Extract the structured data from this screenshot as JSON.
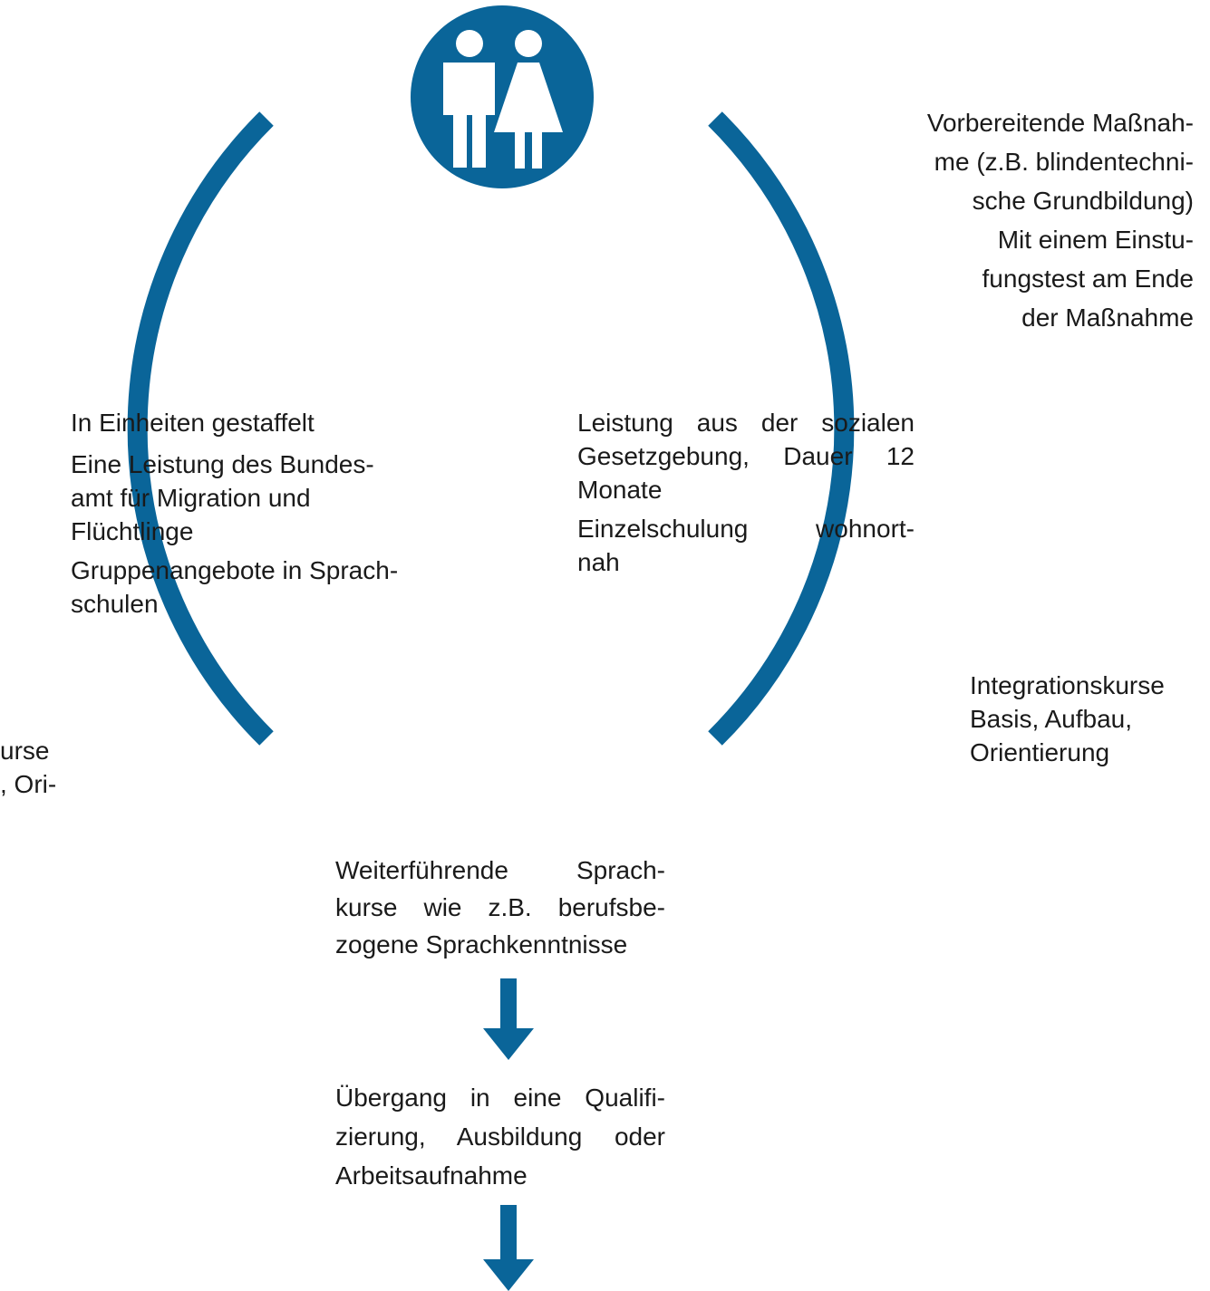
{
  "colors": {
    "accent": "#0a6599",
    "text": "#1a1a1a",
    "background": "#ffffff"
  },
  "icons": {
    "top": "people-icon"
  },
  "top_right_note": {
    "line1": "Vorbereitende Maßnah-",
    "line2": "me (z.B. blindentechni-",
    "line3": "sche Grundbildung)",
    "line4": "Mit einem Einstu-",
    "line5": "fungstest am Ende",
    "line6": "der Maßnahme"
  },
  "left_box": {
    "p1": "In Einheiten gestaffelt",
    "p2_line1": "Eine Leistung des Bundes-",
    "p2_line2": "amt für Migration und",
    "p2_line3": "Flüchtlinge",
    "p3_line1": "Gruppenangebote in Sprach-",
    "p3_line2": "schulen"
  },
  "center_box": {
    "p1_line1": "Leistung aus der sozialen",
    "p1_line2": "Gesetzgebung, Dauer 12",
    "p1_line3": "Monate",
    "p2_line1": "Einzelschulung wohnort-",
    "p2_line2": "nah"
  },
  "right_mid_note": {
    "line1": "Integrationskurse",
    "line2": "Basis, Aufbau,",
    "line3": "Orientierung"
  },
  "left_cut_note": {
    "line1": "urse",
    "line2": ", Ori-"
  },
  "bottom_box": {
    "line1": "Weiterführende Sprach-",
    "line2": "kurse wie z.B. berufsbe-",
    "line3": "zogene Sprachkenntnisse"
  },
  "transition_box": {
    "line1": "Übergang in eine Qualifi-",
    "line2": "zierung, Ausbildung oder",
    "line3": "Arbeitsaufnahme"
  }
}
